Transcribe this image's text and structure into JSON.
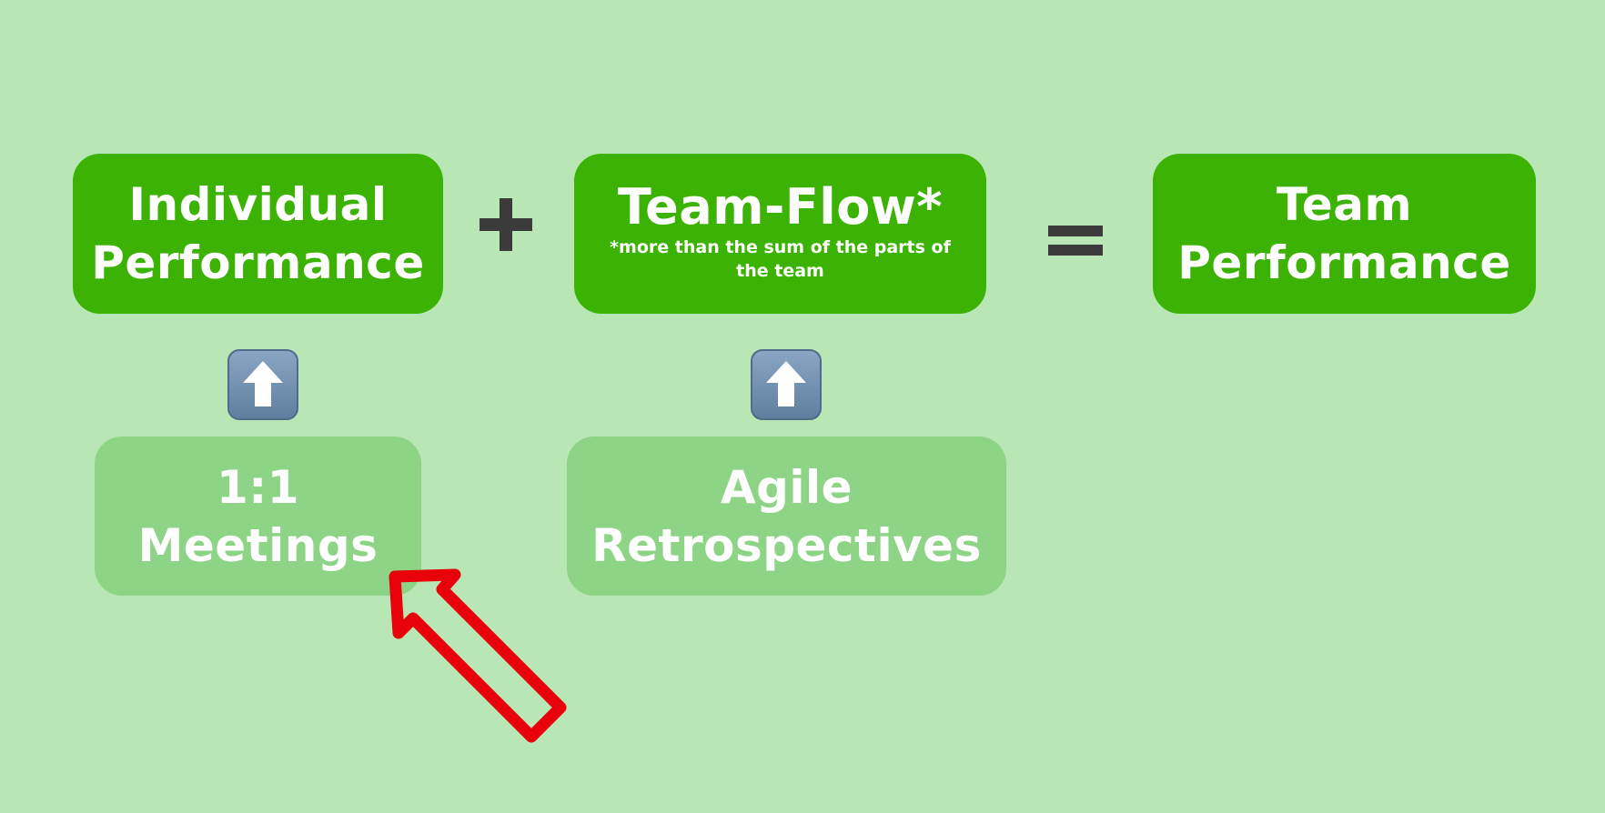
{
  "boxes": {
    "individual_performance": {
      "line1": "Individual",
      "line2": "Performance"
    },
    "team_flow": {
      "title": "Team-Flow*",
      "note": "*more than the sum of the parts of the team"
    },
    "team_performance": {
      "line1": "Team",
      "line2": "Performance"
    },
    "one_on_one": {
      "line1": "1:1",
      "line2": "Meetings"
    },
    "agile_retros": {
      "line1": "Agile",
      "line2": "Retrospectives"
    }
  },
  "operators": {
    "plus": "+",
    "equals": "="
  },
  "icons": {
    "up_arrow": "up-arrow-icon",
    "annotation": "pointer-arrow-icon"
  },
  "colors": {
    "background": "#b8e6b4",
    "primary_box": "#3cb304",
    "secondary_box": "#8ed486",
    "operator": "#3b3b3b",
    "annotation_arrow": "#e8000b",
    "icon_fill": "#6e8eae"
  }
}
